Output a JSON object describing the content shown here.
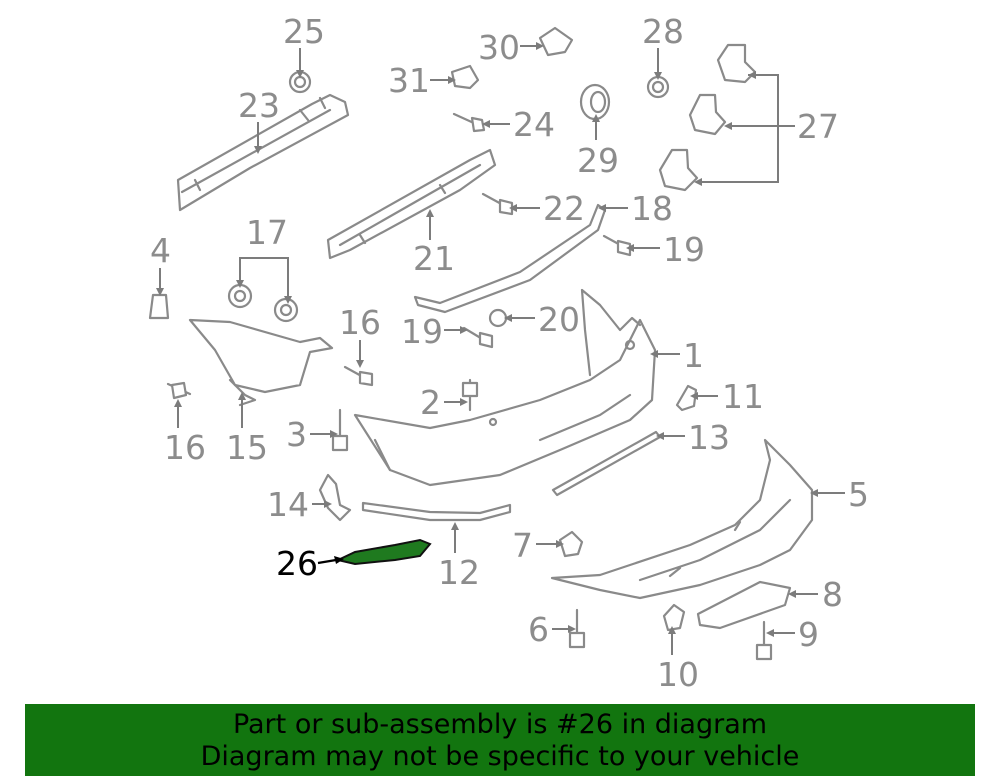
{
  "highlight": {
    "color": "#1f7a1f",
    "part_number": "26"
  },
  "callouts": {
    "c1": "1",
    "c2": "2",
    "c3": "3",
    "c4": "4",
    "c5": "5",
    "c6": "6",
    "c7": "7",
    "c8": "8",
    "c9": "9",
    "c10": "10",
    "c11": "11",
    "c12": "12",
    "c13": "13",
    "c14": "14",
    "c15": "15",
    "c16a": "16",
    "c16b": "16",
    "c17": "17",
    "c18": "18",
    "c19a": "19",
    "c19b": "19",
    "c20": "20",
    "c21": "21",
    "c22": "22",
    "c23": "23",
    "c24": "24",
    "c25": "25",
    "c26": "26",
    "c27": "27",
    "c28": "28",
    "c29": "29",
    "c30": "30",
    "c31": "31"
  },
  "banner": {
    "line1": "Part or sub-assembly is #26 in diagram",
    "line2": "Diagram may not be specific to your vehicle",
    "background": "#12750f"
  }
}
